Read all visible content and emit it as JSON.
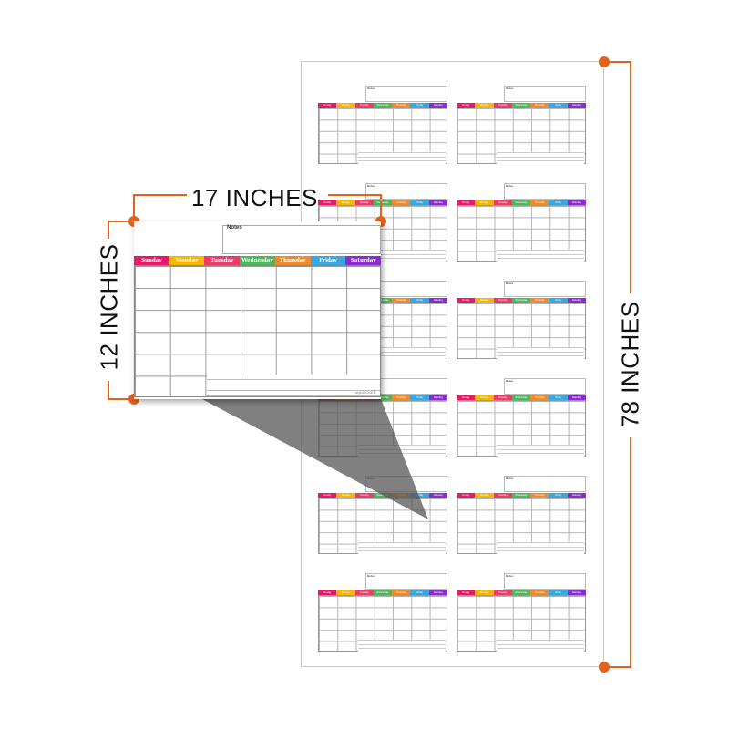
{
  "accent_color": "#e0621e",
  "dimensions": {
    "width_label": "17 INCHES",
    "height_label": "12 INCHES",
    "poster_label": "78 INCHES"
  },
  "calendar": {
    "notes_label": "Notes",
    "brand": "myDOCKET",
    "days": [
      {
        "name": "Sunday",
        "color": "#e8196b"
      },
      {
        "name": "Monday",
        "color": "#f5b800"
      },
      {
        "name": "Tuesday",
        "color": "#ef3b6a"
      },
      {
        "name": "Wednesday",
        "color": "#4cb85a"
      },
      {
        "name": "Thursday",
        "color": "#f08a2b"
      },
      {
        "name": "Friday",
        "color": "#3aa7e0"
      },
      {
        "name": "Saturday",
        "color": "#8e2bd0"
      }
    ]
  }
}
